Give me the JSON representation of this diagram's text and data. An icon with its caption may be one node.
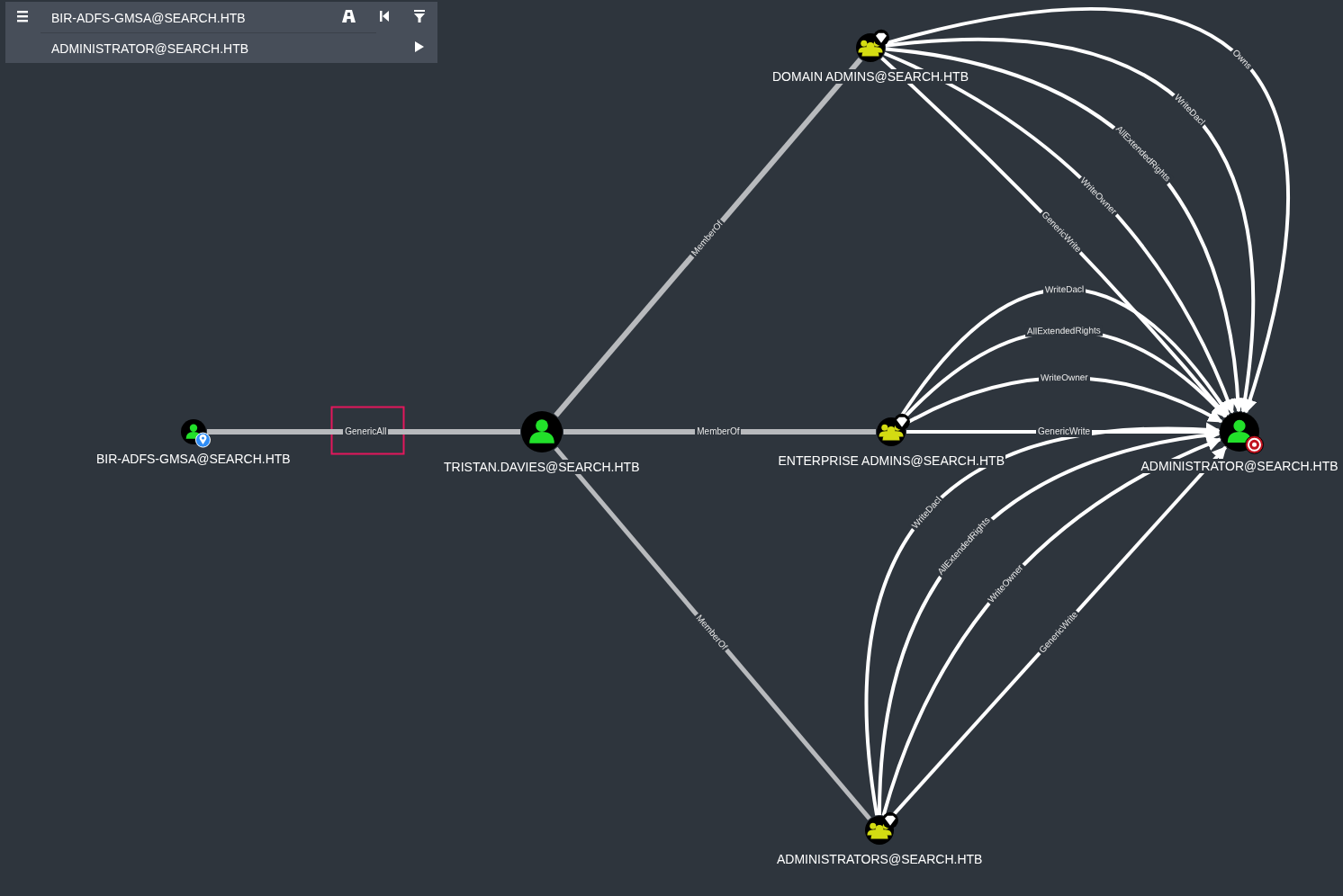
{
  "diagram": {
    "nodes": [
      {
        "text": [
          "BIR-ADFS-GMSA@SEARCH.HTB"
        ]
      },
      {
        "text": [
          "TRISTAN.DAVIES@SEARCH.HTB"
        ]
      },
      {
        "text": [
          "DOMAIN ADMINS@SEARCH.HTB"
        ]
      },
      {
        "text": [
          "ENTERPRISE ADMINS@SEARCH.HTB"
        ]
      },
      {
        "text": [
          "ADMINISTRATORS@SEARCH.HTB"
        ]
      },
      {
        "text": [
          "ADMINISTRATOR@SEARCH.HTB"
        ]
      }
    ],
    "edges": [
      {
        "from": 0,
        "to": 1,
        "arrow": "none",
        "label": "GenericAll",
        "color": "#b8babd"
      },
      {
        "from": 1,
        "to": 2,
        "arrow": "none",
        "label": "MemberOf",
        "color": "#b8babd"
      },
      {
        "from": 1,
        "to": 3,
        "arrow": "none",
        "label": "MemberOf",
        "color": "#b8babd"
      },
      {
        "from": 1,
        "to": 4,
        "arrow": "none",
        "label": "MemberOf",
        "color": "#b8babd"
      },
      {
        "from": 2,
        "to": 5,
        "arrow": "to",
        "label": "Owns"
      },
      {
        "from": 2,
        "to": 5,
        "arrow": "to",
        "label": "WriteDacl"
      },
      {
        "from": 2,
        "to": 5,
        "arrow": "to",
        "label": "AllExtendedRights"
      },
      {
        "from": 2,
        "to": 5,
        "arrow": "to",
        "label": "WriteOwner"
      },
      {
        "from": 2,
        "to": 5,
        "arrow": "to",
        "label": "GenericWrite"
      },
      {
        "from": 3,
        "to": 5,
        "arrow": "to",
        "label": "WriteDacl"
      },
      {
        "from": 3,
        "to": 5,
        "arrow": "to",
        "label": "AllExtendedRights"
      },
      {
        "from": 3,
        "to": 5,
        "arrow": "to",
        "label": "WriteOwner"
      },
      {
        "from": 3,
        "to": 5,
        "arrow": "to",
        "label": "GenericWrite"
      },
      {
        "from": 4,
        "to": 5,
        "arrow": "to",
        "label": "WriteDacl"
      },
      {
        "from": 4,
        "to": 5,
        "arrow": "to",
        "label": "AllExtendedRights"
      },
      {
        "from": 4,
        "to": 5,
        "arrow": "to",
        "label": "WriteOwner"
      },
      {
        "from": 4,
        "to": 5,
        "arrow": "to",
        "label": "GenericWrite"
      }
    ],
    "labels": [
      "BIR-ADFS-GMSA@SEARCH.HTB",
      "ADMINISTRATOR@SEARCH.HTB"
    ]
  }
}
